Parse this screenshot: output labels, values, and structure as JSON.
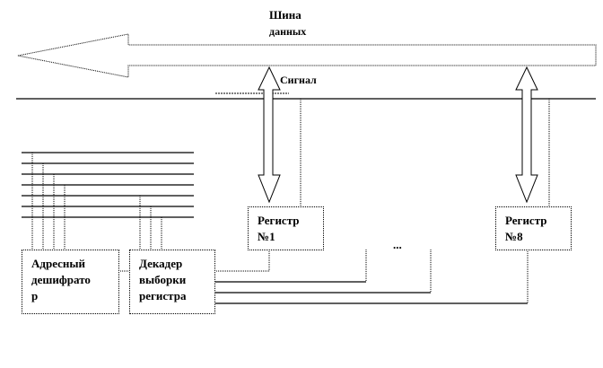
{
  "bus": {
    "title_line1": "Шина",
    "title_line2": "данных"
  },
  "signal_label": "Сигнал",
  "blocks": {
    "address_decoder": {
      "line1": "Адресный",
      "line2": "дешифрато",
      "line3": "р"
    },
    "register_select_decoder": {
      "line1": "Декадер",
      "line2": "выборки",
      "line3": "регистра"
    },
    "register_1": {
      "line1": "Регистр",
      "line2": "№1"
    },
    "register_8": {
      "line1": "Регистр",
      "line2": "№8"
    }
  },
  "ellipsis": "..."
}
